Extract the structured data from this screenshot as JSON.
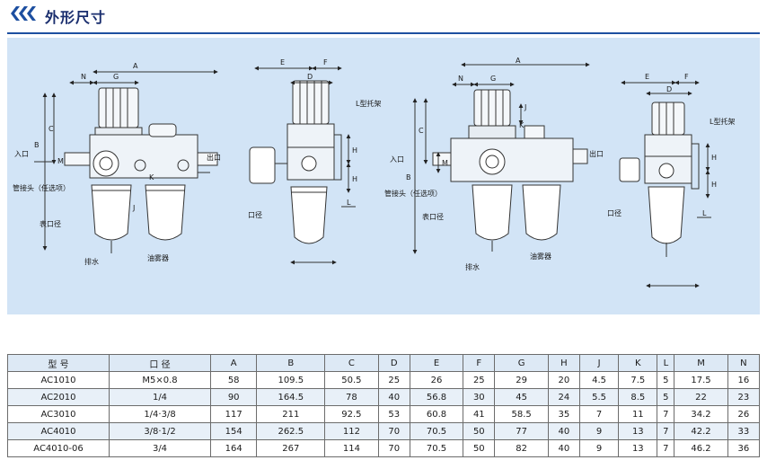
{
  "header": {
    "title": "外形尺寸"
  },
  "colors": {
    "accent": "#1d4fa0",
    "drawing_bg": "#d2e4f6",
    "title": "#1a2e6e"
  },
  "diagrams": {
    "d1": {
      "inlet": "入口",
      "outlet": "出口",
      "pipe_fitting": "管接头（任选项）",
      "gauge_port": "表口径",
      "drain": "排水",
      "lubricator": "油雾器",
      "dims": [
        "A",
        "N",
        "G",
        "C",
        "B",
        "J",
        "K",
        "M"
      ]
    },
    "d2": {
      "bracket": "L型托架",
      "port": "口径",
      "dims": [
        "E",
        "F",
        "D",
        "H",
        "L"
      ]
    },
    "d3": {
      "inlet": "入口",
      "outlet": "出口",
      "pipe_fitting": "管接头（任选项）",
      "gauge_port": "表口径",
      "drain": "排水",
      "lubricator": "油雾器",
      "dims": [
        "A",
        "N",
        "G",
        "C",
        "B",
        "J",
        "K",
        "M"
      ]
    },
    "d4": {
      "bracket": "L型托架",
      "port": "口径",
      "dims": [
        "E",
        "F",
        "D",
        "H",
        "L"
      ]
    }
  },
  "table": {
    "headers": [
      "型 号",
      "口 径",
      "A",
      "B",
      "C",
      "D",
      "E",
      "F",
      "G",
      "H",
      "J",
      "K",
      "L",
      "M",
      "N"
    ],
    "rows": [
      [
        "AC1010",
        "M5×0.8",
        "58",
        "109.5",
        "50.5",
        "25",
        "26",
        "25",
        "29",
        "20",
        "4.5",
        "7.5",
        "5",
        "17.5",
        "16"
      ],
      [
        "AC2010",
        "1/4",
        "90",
        "164.5",
        "78",
        "40",
        "56.8",
        "30",
        "45",
        "24",
        "5.5",
        "8.5",
        "5",
        "22",
        "23"
      ],
      [
        "AC3010",
        "1/4·3/8",
        "117",
        "211",
        "92.5",
        "53",
        "60.8",
        "41",
        "58.5",
        "35",
        "7",
        "11",
        "7",
        "34.2",
        "26"
      ],
      [
        "AC4010",
        "3/8·1/2",
        "154",
        "262.5",
        "112",
        "70",
        "70.5",
        "50",
        "77",
        "40",
        "9",
        "13",
        "7",
        "42.2",
        "33"
      ],
      [
        "AC4010-06",
        "3/4",
        "164",
        "267",
        "114",
        "70",
        "70.5",
        "50",
        "82",
        "40",
        "9",
        "13",
        "7",
        "46.2",
        "36"
      ]
    ]
  }
}
